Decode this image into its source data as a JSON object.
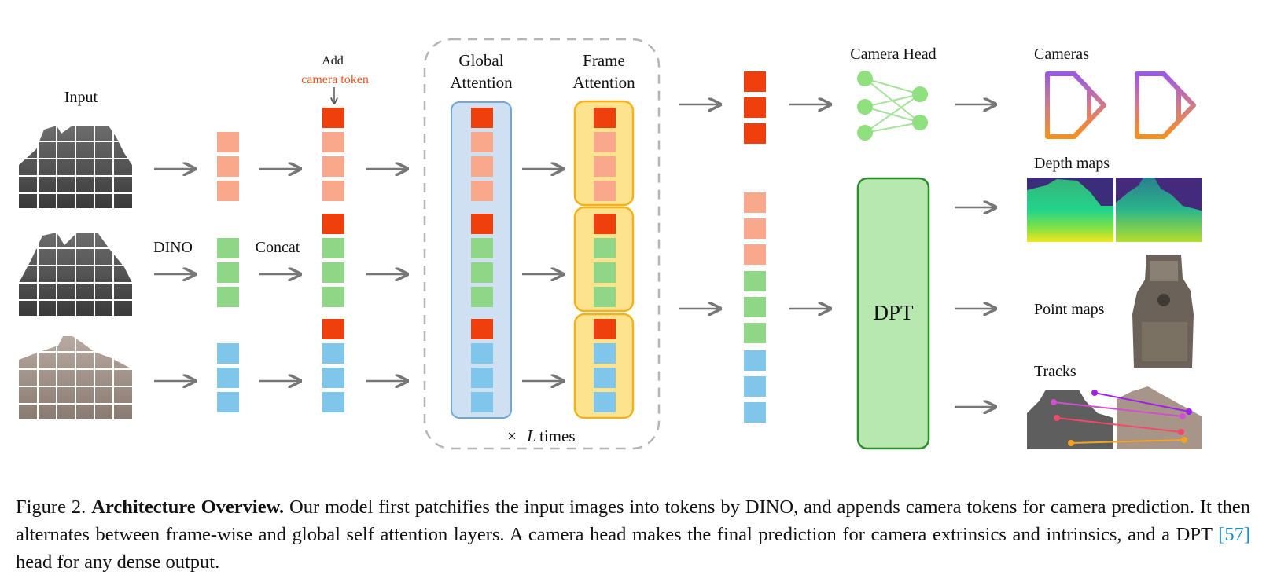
{
  "labels": {
    "input": "Input",
    "dino": "DINO",
    "concat": "Concat",
    "add": "Add",
    "camera_token": "camera token",
    "global_attention_l1": "Global",
    "global_attention_l2": "Attention",
    "frame_attention_l1": "Frame",
    "frame_attention_l2": "Attention",
    "times_prefix": "×",
    "times_var": "L",
    "times_suffix": "times",
    "camera_head": "Camera Head",
    "dpt": "DPT",
    "cameras": "Cameras",
    "depth_maps": "Depth maps",
    "point_maps": "Point maps",
    "tracks": "Tracks"
  },
  "colors": {
    "camera_token": "#ee3f0c",
    "token_frame1": "#f9a88b",
    "token_frame2": "#8fd686",
    "token_frame3": "#7fc6ea",
    "global_box_fill": "#cfe0f3",
    "global_box_stroke": "#6fa6d9",
    "frame_box_fill": "#fde38e",
    "frame_box_stroke": "#f3b21c",
    "dpt_fill": "#b6e8b0",
    "dpt_stroke": "#2e8b2e",
    "mlp_node": "#8fe07f",
    "arrow": "#777777",
    "camera_add_text": "#e8541e",
    "camera_icon_top": "#9b59e6",
    "camera_icon_bottom": "#f78f1e"
  },
  "caption": {
    "figure_label": "Figure 2.",
    "title": "Architecture Overview.",
    "text_a": "Our model first patchifies the input images into tokens by DINO, and appends camera tokens for camera prediction. It then alternates between frame-wise and global self attention layers. A camera head makes the final prediction for camera extrinsics and intrinsics, and a DPT",
    "ref": "[57]",
    "text_b": "head for any dense output."
  }
}
